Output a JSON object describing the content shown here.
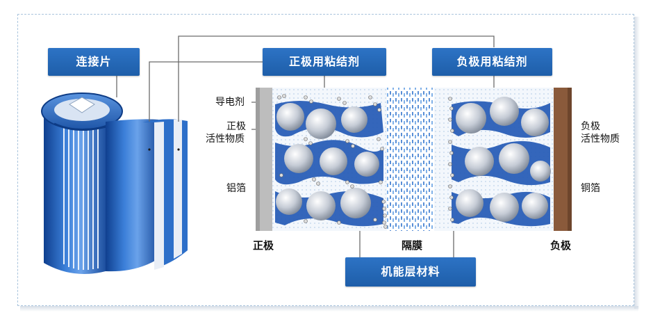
{
  "labels": {
    "connector": "连接片",
    "cathode_binder": "正极用粘结剂",
    "anode_binder": "负极用粘结剂",
    "functional_layer": "机能层材料"
  },
  "annotations": {
    "conductive_agent": "导电剂",
    "cathode_active_1": "正极",
    "cathode_active_2": "活性物质",
    "aluminum_foil": "铝箔",
    "anode_active_1": "负极",
    "anode_active_2": "活性物质",
    "copper_foil": "铜箔",
    "cathode": "正极",
    "separator": "隔膜",
    "anode": "负极"
  },
  "colors": {
    "label_blue": "#2267b8",
    "active_blue": "#2a5fb8",
    "aluminum": "#b8b8b8",
    "copper": "#8a5a3b"
  }
}
